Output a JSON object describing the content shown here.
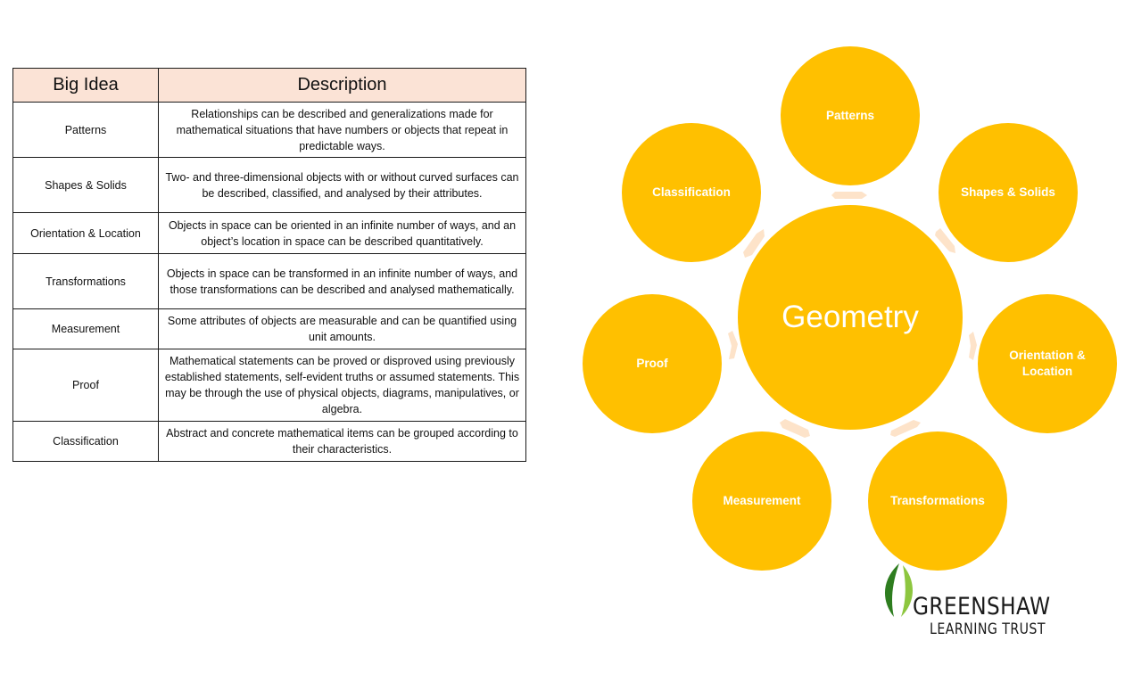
{
  "table": {
    "header_idea": "Big Idea",
    "header_description": "Description",
    "rows": [
      {
        "idea": "Patterns",
        "description": "Relationships can be described and generalizations made for mathematical situations that have numbers or objects that repeat in predictable ways."
      },
      {
        "idea": "Shapes & Solids",
        "description": "Two- and three-dimensional objects with or without curved surfaces can be described, classified, and analysed by their attributes."
      },
      {
        "idea": "Orientation & Location",
        "description": "Objects in space can be oriented in an infinite number of ways, and an object’s location in space can be described quantitatively."
      },
      {
        "idea": "Transformations",
        "description": "Objects in space can be transformed in an infinite number of ways, and those transformations can be described and analysed mathematically."
      },
      {
        "idea": "Measurement",
        "description": "Some attributes of objects are measurable and can be quantified using unit amounts."
      },
      {
        "idea": "Proof",
        "description": "Mathematical statements can be proved or disproved using previously established statements, self-evident truths or assumed statements. This may be through the use of physical objects, diagrams, manipulatives, or algebra."
      },
      {
        "idea": "Classification",
        "description": "Abstract and concrete mathematical items can be grouped according to their characteristics."
      }
    ]
  },
  "diagram": {
    "center": "Geometry",
    "nodes": {
      "patterns": "Patterns",
      "shapes": "Shapes & Solids",
      "orientation": "Orientation & Location",
      "transformations": "Transformations",
      "measurement": "Measurement",
      "proof": "Proof",
      "classification": "Classification"
    },
    "circle_color": "#ffc000",
    "arrow_color": "#fde3c9"
  },
  "logo": {
    "line1": "GREENSHAW",
    "line2": "LEARNING TRUST"
  },
  "colors": {
    "table_header_bg": "#fbe3d6",
    "logo_green_dark": "#2e7d1f",
    "logo_green_light": "#8dc63f"
  }
}
